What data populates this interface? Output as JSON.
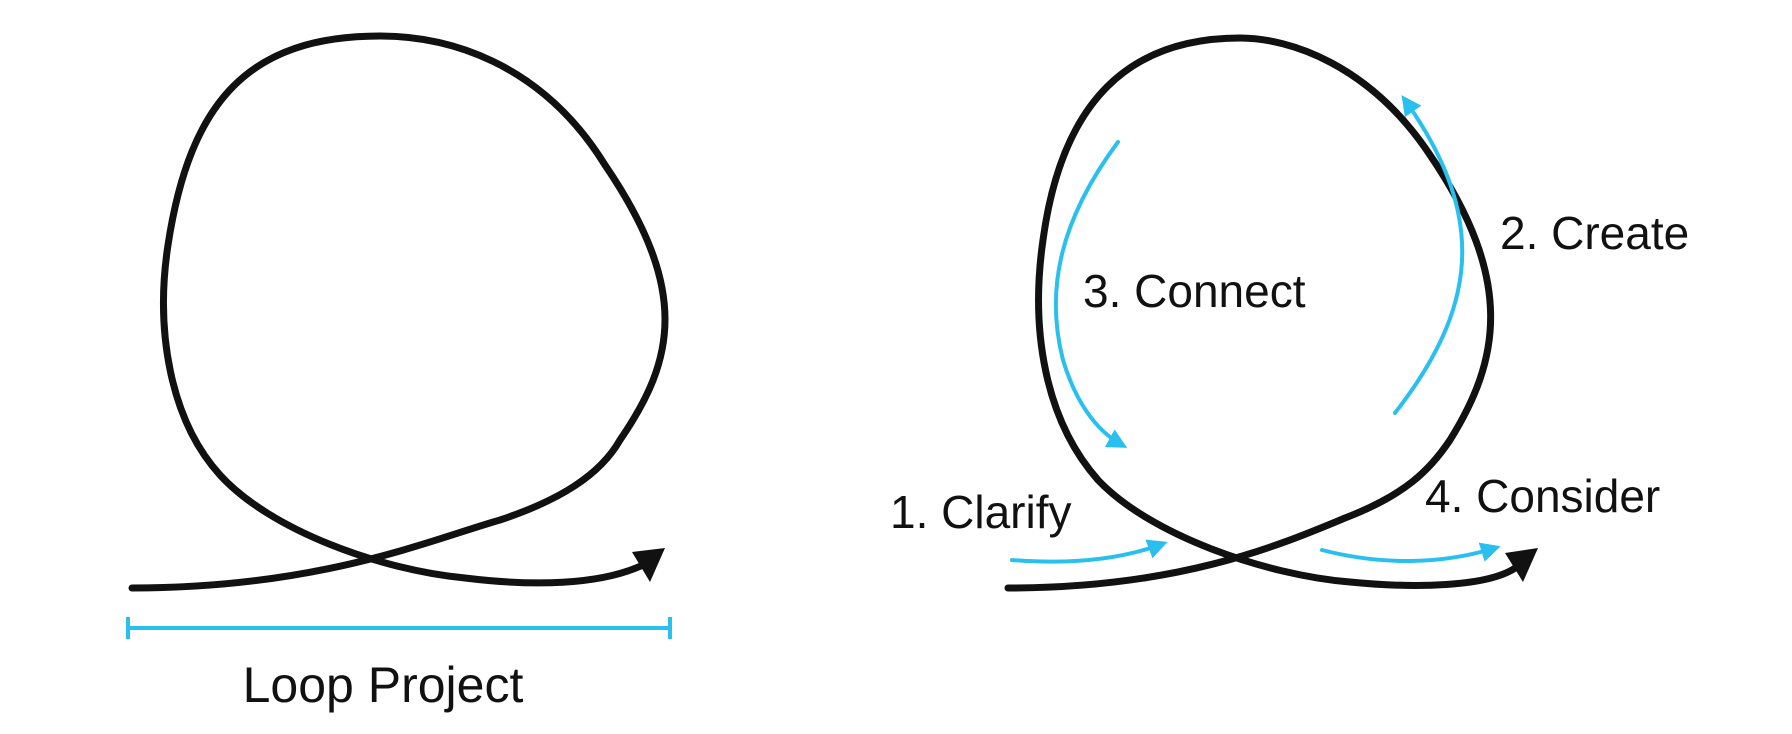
{
  "labels": {
    "loop_project": "Loop Project",
    "step_1": "1. Clarify",
    "step_2": "2. Create",
    "step_3": "3. Connect",
    "step_4": "4. Consider"
  },
  "colors": {
    "loop_stroke": "#111111",
    "accent": "#29c0ef",
    "text": "#111111",
    "background": "#ffffff"
  }
}
